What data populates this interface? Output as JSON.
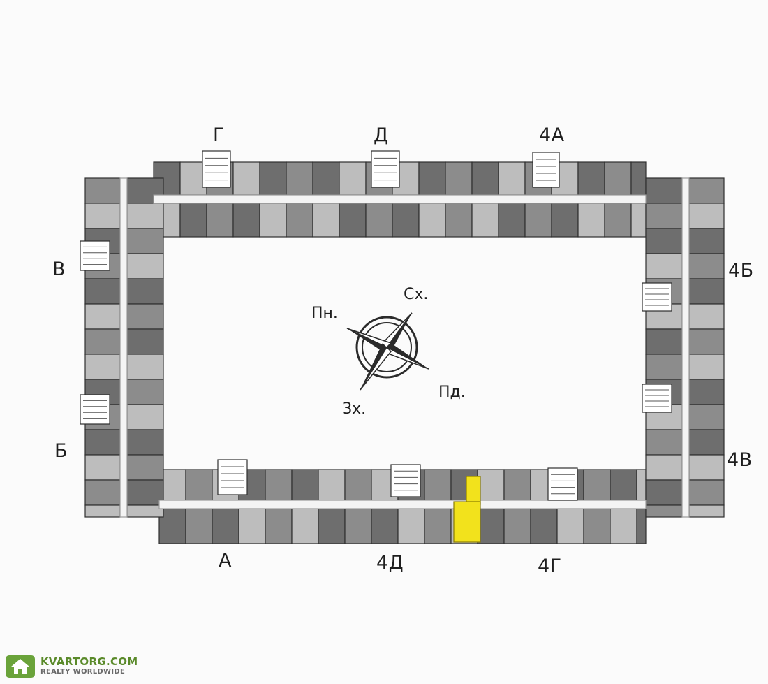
{
  "sections": [
    {
      "id": "g",
      "label": "Г"
    },
    {
      "id": "d",
      "label": "Д"
    },
    {
      "id": "4a",
      "label": "4А"
    },
    {
      "id": "4b",
      "label": "4Б"
    },
    {
      "id": "4v",
      "label": "4В"
    },
    {
      "id": "4g",
      "label": "4Г"
    },
    {
      "id": "4d",
      "label": "4Д"
    },
    {
      "id": "a",
      "label": "А"
    },
    {
      "id": "b",
      "label": "Б"
    },
    {
      "id": "v",
      "label": "В"
    }
  ],
  "compass": {
    "north": "Пн.",
    "east": "Сх.",
    "south": "Пд.",
    "west": "Зх."
  },
  "highlight": {
    "section": "4Д",
    "color": "#f2e21c"
  },
  "colors": {
    "unit_dark": "#6e6e6e",
    "unit_mid": "#8c8c8c",
    "unit_light": "#bdbdbd",
    "corridor": "#f4f4f4",
    "wall": "#2e2e2e"
  },
  "watermark": {
    "brand": "KVARTORG.COM",
    "tagline": "REALTY WORLDWIDE",
    "icon": "house-icon"
  }
}
